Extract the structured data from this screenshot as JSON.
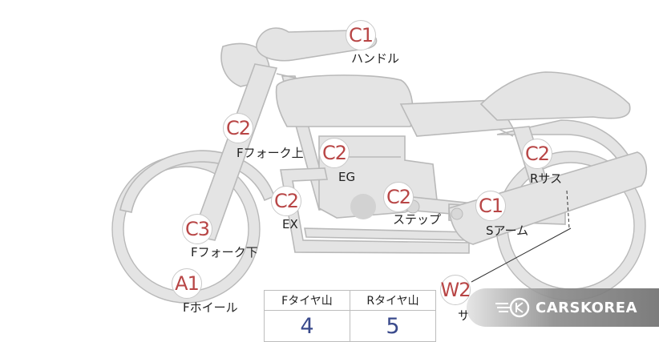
{
  "markers": [
    {
      "id": "handle",
      "code": "C1",
      "label": "ハンドル"
    },
    {
      "id": "ffork-upper",
      "code": "C2",
      "label": "Fフォーク上"
    },
    {
      "id": "eg",
      "code": "C2",
      "label": "EG"
    },
    {
      "id": "ex",
      "code": "C2",
      "label": "EX"
    },
    {
      "id": "step",
      "code": "C2",
      "label": "ステップ"
    },
    {
      "id": "sarm",
      "code": "C1",
      "label": "Sアーム"
    },
    {
      "id": "rsus",
      "code": "C2",
      "label": "Rサス"
    },
    {
      "id": "ffork-lower",
      "code": "C3",
      "label": "Fフォーク下"
    },
    {
      "id": "fwheel",
      "code": "A1",
      "label": "Fホイール"
    },
    {
      "id": "cut",
      "code": "W2",
      "label": "サ"
    }
  ],
  "tread_table": {
    "headers": [
      "Fタイヤ山",
      "Rタイヤ山"
    ],
    "values": [
      "4",
      "5"
    ]
  },
  "watermark": {
    "icon": "carskorea-logo-icon",
    "text": "CARSKOREA"
  },
  "colors": {
    "marker_text": "#b84646",
    "table_value": "#3a4a8c"
  }
}
